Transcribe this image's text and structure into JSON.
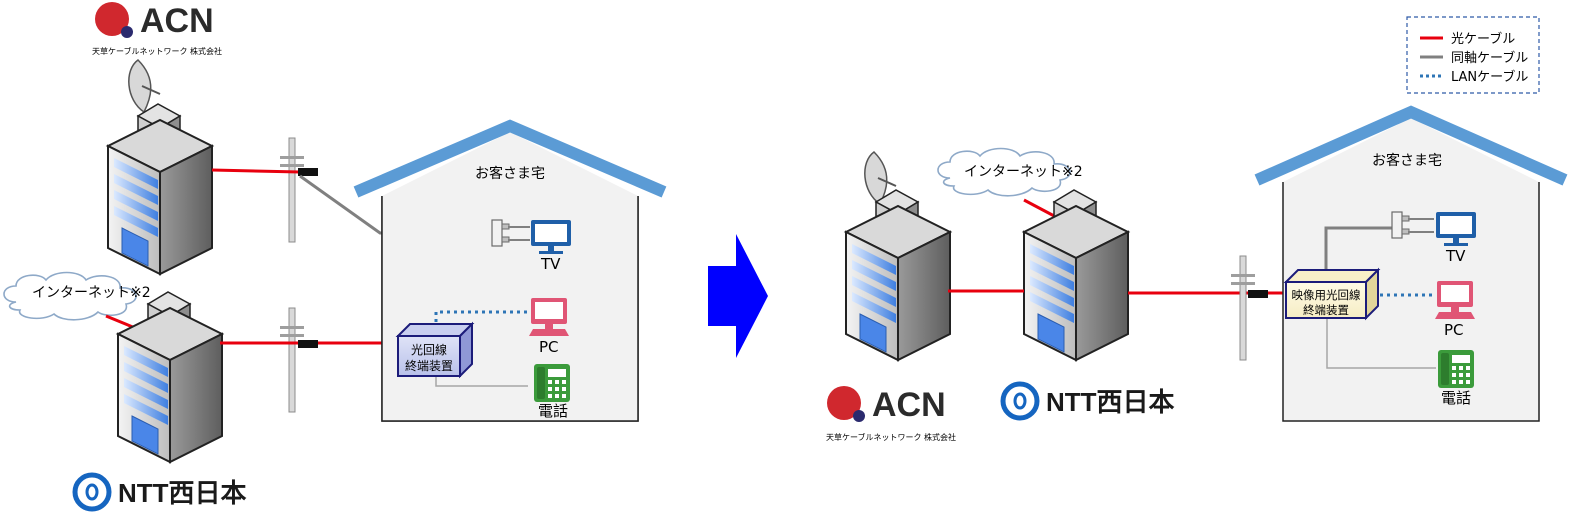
{
  "legend": {
    "items": [
      {
        "label": "光ケーブル",
        "color": "#e8000e",
        "style": "solid"
      },
      {
        "label": "同軸ケーブル",
        "color": "#808080",
        "style": "solid"
      },
      {
        "label": "LANケーブル",
        "color": "#2e75b6",
        "style": "dotted"
      }
    ]
  },
  "logos": {
    "acn_text": "ACN",
    "acn_subtitle": "天草ケーブルネットワーク 株式会社",
    "ntt_text": "NTT西日本"
  },
  "before": {
    "house_label": "お客さま宅",
    "internet_label": "インターネット※2",
    "onu_label_line1": "光回線",
    "onu_label_line2": "終端装置",
    "tv_label": "TV",
    "pc_label": "PC",
    "phone_label": "電話"
  },
  "after": {
    "house_label": "お客さま宅",
    "internet_label": "インターネット※2",
    "onu_label_line1": "映像用光回線",
    "onu_label_line2": "終端装置",
    "tv_label": "TV",
    "pc_label": "PC",
    "phone_label": "電話"
  },
  "colors": {
    "fiber": "#e8000e",
    "coax": "#808080",
    "lan": "#2e75b6",
    "roof": "#5b9bd5",
    "arrow": "#0000ff",
    "tv": "#1f5fa8",
    "pc": "#e05575",
    "phone": "#3b9b3b",
    "acn_red": "#d0282e",
    "acn_dot": "#2b2a6e",
    "ntt_blue": "#1565c0"
  }
}
